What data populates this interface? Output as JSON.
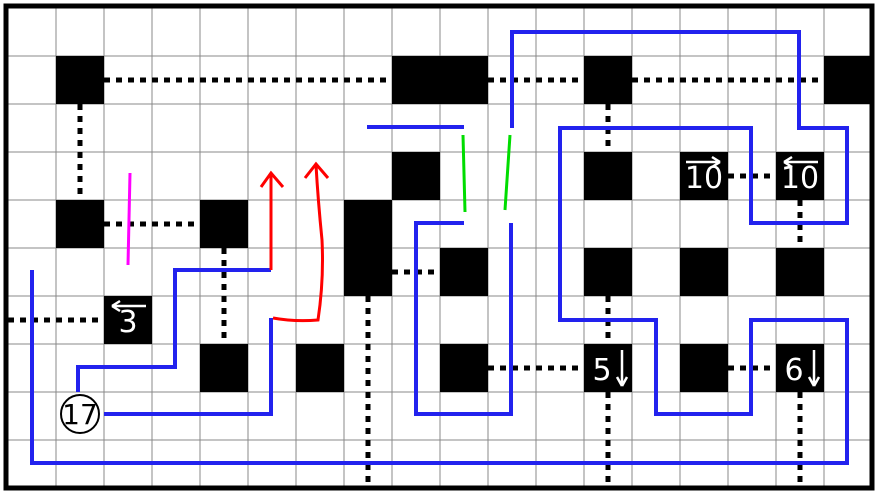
{
  "puzzle": {
    "rows": 10,
    "cols": 18,
    "black_cells": [
      [
        1,
        1
      ],
      [
        1,
        8
      ],
      [
        1,
        9
      ],
      [
        1,
        12
      ],
      [
        1,
        17
      ],
      [
        3,
        8
      ],
      [
        3,
        12
      ],
      [
        3,
        14
      ],
      [
        3,
        16
      ],
      [
        4,
        1
      ],
      [
        4,
        4
      ],
      [
        4,
        7
      ],
      [
        5,
        7
      ],
      [
        5,
        9
      ],
      [
        5,
        12
      ],
      [
        5,
        14
      ],
      [
        5,
        16
      ],
      [
        6,
        2
      ],
      [
        7,
        4
      ],
      [
        7,
        6
      ],
      [
        7,
        9
      ],
      [
        7,
        12
      ],
      [
        7,
        14
      ],
      [
        7,
        16
      ]
    ],
    "clues": [
      {
        "row": 6,
        "col": 2,
        "value": "3",
        "arrow": "left"
      },
      {
        "row": 3,
        "col": 14,
        "value": "10",
        "arrow": "right"
      },
      {
        "row": 3,
        "col": 16,
        "value": "10",
        "arrow": "left"
      },
      {
        "row": 7,
        "col": 12,
        "value": "5",
        "arrow": "down"
      },
      {
        "row": 7,
        "col": 16,
        "value": "6",
        "arrow": "down"
      }
    ],
    "circle": {
      "row": 8,
      "col": 1,
      "value": "17"
    }
  },
  "colors": {
    "loop": "#2222ee",
    "annotation_red": "#ff0000",
    "annotation_green": "#00dd00",
    "annotation_magenta": "#ff00ff"
  }
}
